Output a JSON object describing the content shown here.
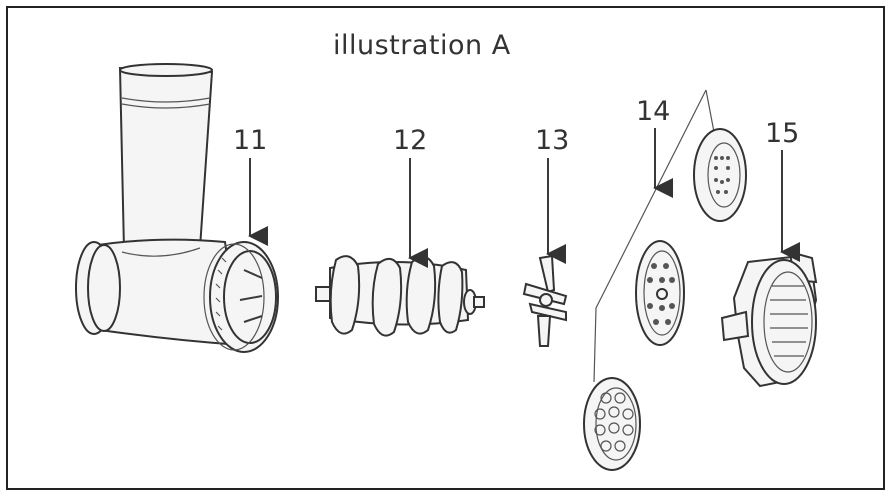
{
  "figure": {
    "title": "illustration A",
    "part_labels": {
      "housing": "11",
      "auger": "12",
      "blade": "13",
      "plates": "14",
      "ring": "15"
    }
  }
}
